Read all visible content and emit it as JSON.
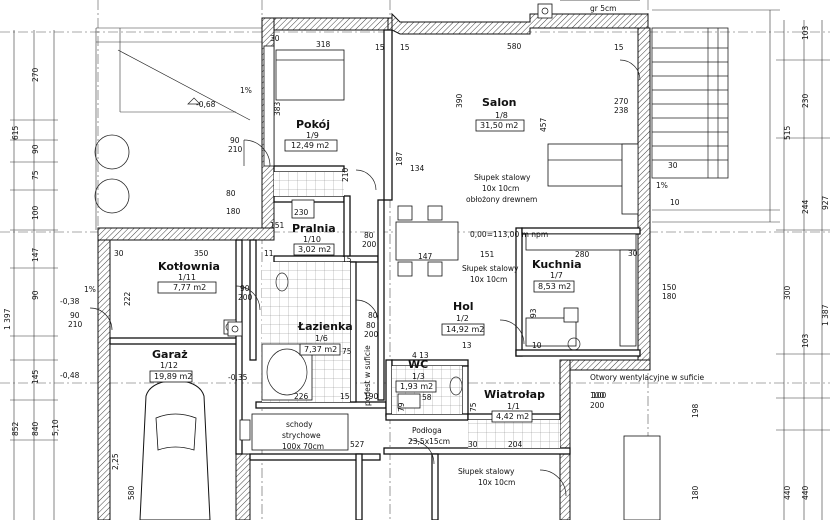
{
  "rooms": [
    {
      "name": "Pokój",
      "number": "1/9",
      "area": "12,49 m2"
    },
    {
      "name": "Salon",
      "number": "1/8",
      "area": "31,50 m2"
    },
    {
      "name": "Pralnia",
      "number": "1/10",
      "area": "3,02 m2"
    },
    {
      "name": "Kotłownia",
      "number": "1/11",
      "area": "7,77 m2"
    },
    {
      "name": "Kuchnia",
      "number": "1/7",
      "area": "8,53 m2"
    },
    {
      "name": "Hol",
      "number": "1/2",
      "area": "14,92 m2"
    },
    {
      "name": "Łazienka",
      "number": "1/6",
      "area": "7,37 m2"
    },
    {
      "name": "Garaż",
      "number": "1/12",
      "area": "19,89 m2"
    },
    {
      "name": "WC",
      "number": "1/3",
      "area": "1,93 m2"
    },
    {
      "name": "Wiatrołap",
      "number": "1/1",
      "area": "4,42 m2"
    }
  ],
  "notes": {
    "top_gr": "gr 5cm",
    "slupek_obl_1": "Słupek stalowy",
    "slupek_obl_2": "10x 10cm",
    "slupek_obl_3": "obłożony drewnem",
    "slupek_hol_1": "Słupek stalowy",
    "slupek_hol_2": "10x 10cm",
    "slupek_bot_1": "Słupek stalowy",
    "slupek_bot_2": "10x 10cm",
    "level": "0,00=113,00 m npm",
    "schody_1": "schody",
    "schody_2": "strychowe",
    "schody_3": "100x 70cm",
    "podloga_1": "Podłoga",
    "podloga_2": "23,5x15cm",
    "otwory": "Otwory wentylacyjne w suficie",
    "podest_sufit": "podest w suficie"
  },
  "dims_top": [
    "318",
    "580"
  ],
  "dims_interior": [
    "30",
    "15",
    "15",
    "15",
    "383",
    "390",
    "457",
    "134",
    "187",
    "230",
    "151",
    "350",
    "147",
    "151",
    "280",
    "222",
    "30",
    "93",
    "80",
    "75",
    "226",
    "15",
    "190",
    "527",
    "204",
    "30",
    "100",
    "4 13",
    "13",
    "79",
    "75",
    "58",
    "10",
    "30",
    "210",
    "11",
    "15"
  ],
  "dims_left": [
    "270",
    "615",
    "90",
    "75",
    "100",
    "147",
    "1 397",
    "90",
    "145",
    "852",
    "840",
    "580",
    "2,25",
    "5,10"
  ],
  "dims_right": [
    "103",
    "230",
    "515",
    "927",
    "244",
    "300",
    "1 387",
    "103",
    "198",
    "440",
    "440",
    "180",
    "30",
    "10"
  ],
  "levels": [
    "-0,68",
    "-0,38",
    "-0,48",
    "-0,35"
  ],
  "slopes": [
    "1%",
    "1%",
    "1%"
  ],
  "door_codes": [
    "90",
    "210",
    "80",
    "200",
    "90",
    "200",
    "100",
    "200",
    "90",
    "210",
    "80",
    "180",
    "80",
    "200"
  ],
  "window_codes": [
    "270",
    "238",
    "150",
    "180"
  ]
}
